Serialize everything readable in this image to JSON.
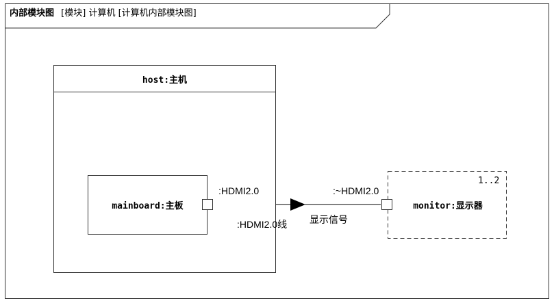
{
  "frame": {
    "kind": "内部模块图",
    "element_type": "[模块]",
    "element_name": "计算机",
    "diagram_type": "[计算机内部模块图]"
  },
  "host": {
    "label": "host:主机"
  },
  "mainboard": {
    "label": "mainboard:主板",
    "port_label": ":HDMI2.0"
  },
  "monitor": {
    "label": "monitor:显示器",
    "multiplicity": "1..2",
    "port_label": ":~HDMI2.0"
  },
  "connector": {
    "name": ":HDMI2.0线",
    "item_flow": "显示信号"
  }
}
